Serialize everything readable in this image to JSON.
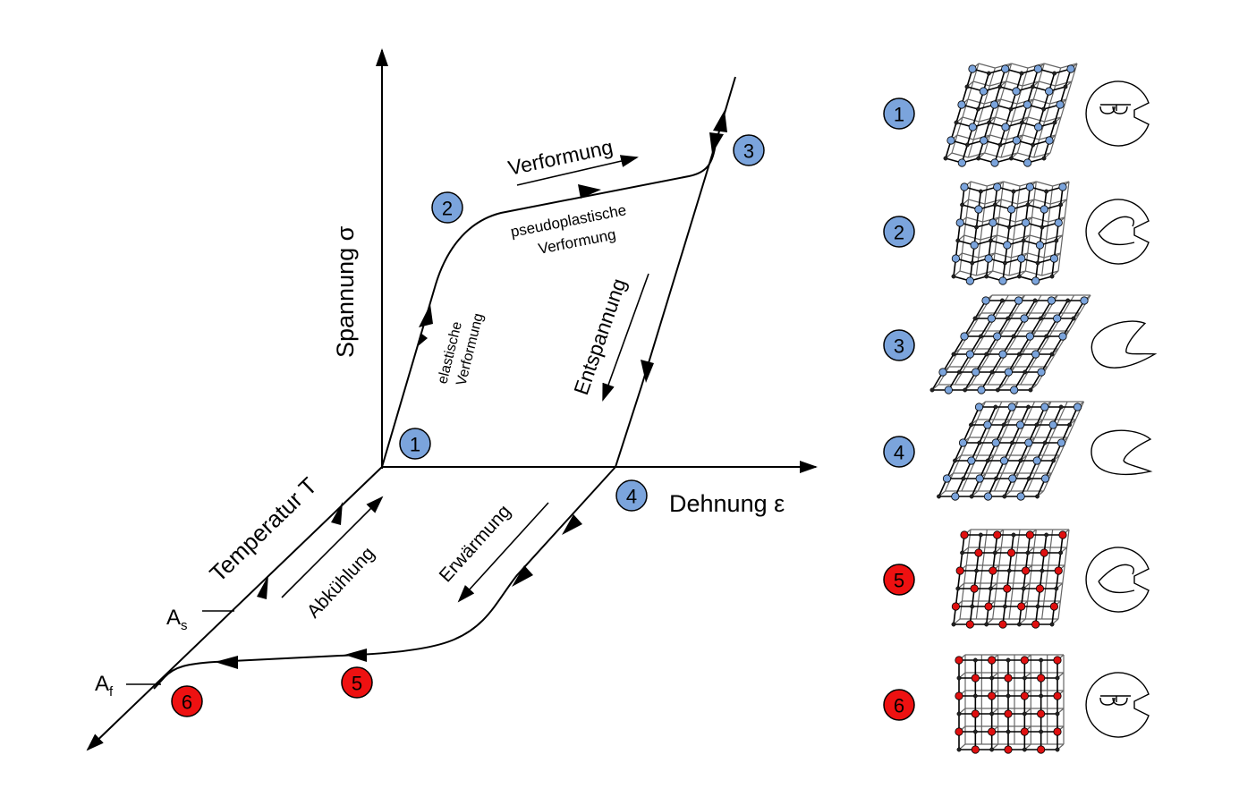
{
  "axes": {
    "stress": "Spannung σ",
    "strain": "Dehnung ε",
    "temperature": "Temperatur T",
    "as_label": "A",
    "as_sub": "s",
    "af_label": "A",
    "af_sub": "f"
  },
  "labels": {
    "elastic_1": "elastische",
    "elastic_2": "Verformung",
    "deformation": "Verformung",
    "pseudo_1": "pseudoplastische",
    "pseudo_2": "Verformung",
    "unloading": "Entspannung",
    "heating": "Erwärmung",
    "cooling": "Abkühlung"
  },
  "states": [
    {
      "num": "1",
      "color": "#7ba4dc",
      "lattice": "blue"
    },
    {
      "num": "2",
      "color": "#7ba4dc",
      "lattice": "blue"
    },
    {
      "num": "3",
      "color": "#7ba4dc",
      "lattice": "blue"
    },
    {
      "num": "4",
      "color": "#7ba4dc",
      "lattice": "blue"
    },
    {
      "num": "5",
      "color": "#ee1111",
      "lattice": "red"
    },
    {
      "num": "6",
      "color": "#ee1111",
      "lattice": "red"
    }
  ],
  "colors": {
    "blue_atom": "#7ba4dc",
    "red_atom": "#e01010",
    "line": "#000000"
  }
}
